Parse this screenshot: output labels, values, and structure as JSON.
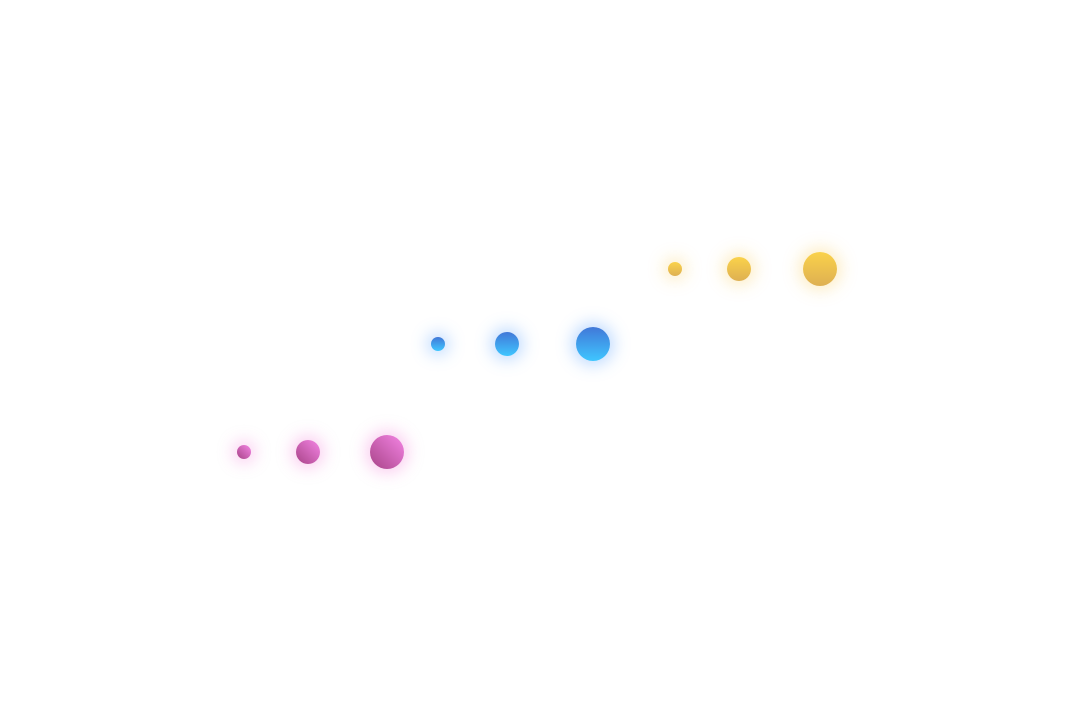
{
  "rows": [
    {
      "name": "pink",
      "colors": {
        "light": "#f484e4",
        "dark": "#a84488",
        "glow": "rgba(240,110,210,0.35)"
      }
    },
    {
      "name": "blue",
      "colors": {
        "light": "#3fc6ff",
        "dark": "#4178d8",
        "glow": "rgba(70,150,255,0.35)"
      }
    },
    {
      "name": "yellow",
      "colors": {
        "light": "#fad24a",
        "dark": "#deb052",
        "glow": "rgba(250,200,80,0.35)"
      }
    }
  ],
  "background": "#ffffff"
}
